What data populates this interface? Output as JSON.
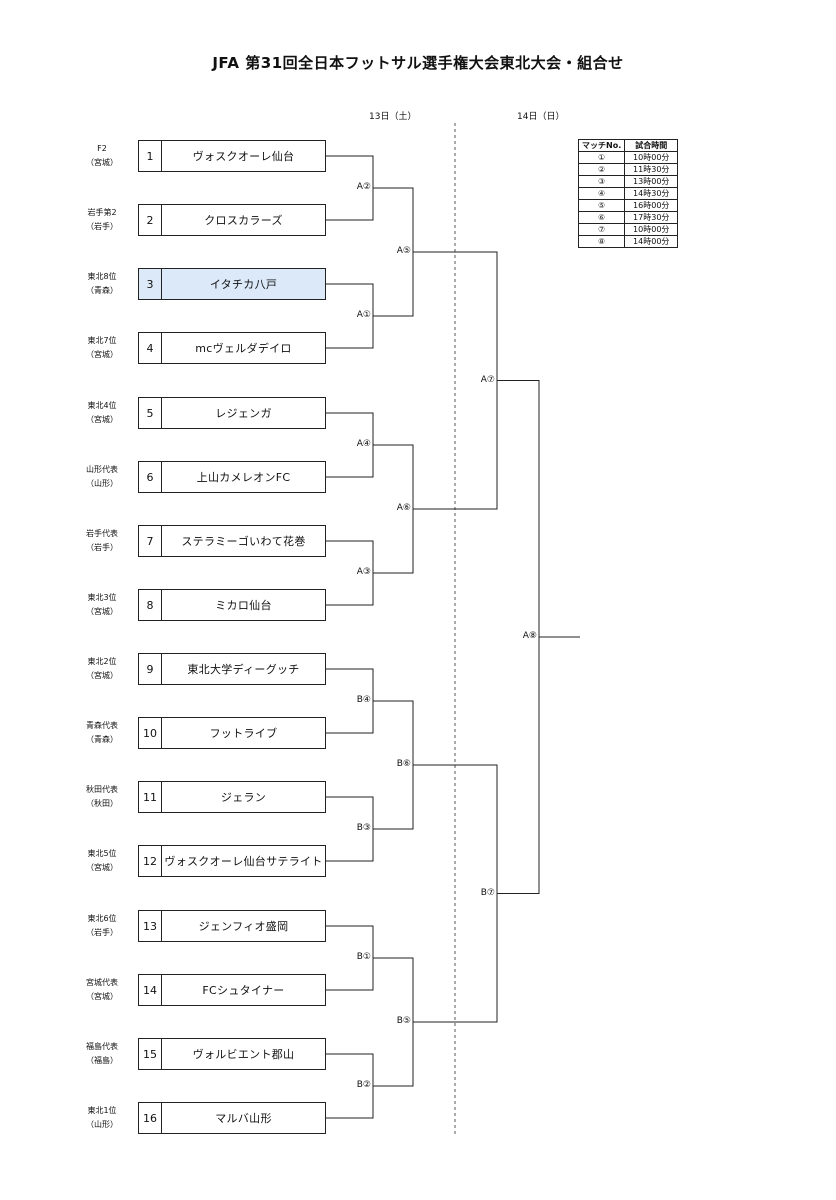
{
  "title": "JFA 第31回全日本フットサル選手権大会東北大会・組合せ",
  "days": {
    "day1": "13日（土）",
    "day2": "14日（日）"
  },
  "teams": [
    {
      "seed": "1",
      "name": "ヴォスクオーレ仙台",
      "qual_line1": "F2",
      "qual_line2": "（宮城）",
      "highlight": false
    },
    {
      "seed": "2",
      "name": "クロスカラーズ",
      "qual_line1": "岩手第2",
      "qual_line2": "（岩手）",
      "highlight": false
    },
    {
      "seed": "3",
      "name": "イタチカ八戸",
      "qual_line1": "東北8位",
      "qual_line2": "（青森）",
      "highlight": true
    },
    {
      "seed": "4",
      "name": "mcヴェルダデイロ",
      "qual_line1": "東北7位",
      "qual_line2": "（宮城）",
      "highlight": false
    },
    {
      "seed": "5",
      "name": "レジェンガ",
      "qual_line1": "東北4位",
      "qual_line2": "（宮城）",
      "highlight": false
    },
    {
      "seed": "6",
      "name": "上山カメレオンFC",
      "qual_line1": "山形代表",
      "qual_line2": "（山形）",
      "highlight": false
    },
    {
      "seed": "7",
      "name": "ステラミーゴいわて花巻",
      "qual_line1": "岩手代表",
      "qual_line2": "（岩手）",
      "highlight": false
    },
    {
      "seed": "8",
      "name": "ミカロ仙台",
      "qual_line1": "東北3位",
      "qual_line2": "（宮城）",
      "highlight": false
    },
    {
      "seed": "9",
      "name": "東北大学ディーグッチ",
      "qual_line1": "東北2位",
      "qual_line2": "（宮城）",
      "highlight": false
    },
    {
      "seed": "10",
      "name": "フットライブ",
      "qual_line1": "青森代表",
      "qual_line2": "（青森）",
      "highlight": false
    },
    {
      "seed": "11",
      "name": "ジェラン",
      "qual_line1": "秋田代表",
      "qual_line2": "（秋田）",
      "highlight": false
    },
    {
      "seed": "12",
      "name": "ヴォスクオーレ仙台サテライト",
      "qual_line1": "東北5位",
      "qual_line2": "（宮城）",
      "highlight": false
    },
    {
      "seed": "13",
      "name": "ジェンフィオ盛岡",
      "qual_line1": "東北6位",
      "qual_line2": "（岩手）",
      "highlight": false
    },
    {
      "seed": "14",
      "name": "FCシュタイナー",
      "qual_line1": "宮城代表",
      "qual_line2": "（宮城）",
      "highlight": false
    },
    {
      "seed": "15",
      "name": "ヴォルビエント郡山",
      "qual_line1": "福島代表",
      "qual_line2": "（福島）",
      "highlight": false
    },
    {
      "seed": "16",
      "name": "マルバ山形",
      "qual_line1": "東北1位",
      "qual_line2": "（山形）",
      "highlight": false
    }
  ],
  "matches": {
    "r1": [
      "A②",
      "A①",
      "A④",
      "A③",
      "B④",
      "B③",
      "B①",
      "B②"
    ],
    "r2": [
      "A⑤",
      "A⑥",
      "B⑥",
      "B⑤"
    ],
    "r3": [
      "A⑦",
      "B⑦"
    ],
    "r4": [
      "A⑧"
    ]
  },
  "schedule": {
    "headers": [
      "マッチNo.",
      "試合時間"
    ],
    "rows": [
      [
        "①",
        "10時00分"
      ],
      [
        "②",
        "11時30分"
      ],
      [
        "③",
        "13時00分"
      ],
      [
        "④",
        "14時30分"
      ],
      [
        "⑤",
        "16時00分"
      ],
      [
        "⑥",
        "17時30分"
      ],
      [
        "⑦",
        "10時00分"
      ],
      [
        "⑧",
        "14時00分"
      ]
    ]
  },
  "colors": {
    "line": "#222222",
    "highlight": "#dbe9f8",
    "divider": "#555555"
  }
}
